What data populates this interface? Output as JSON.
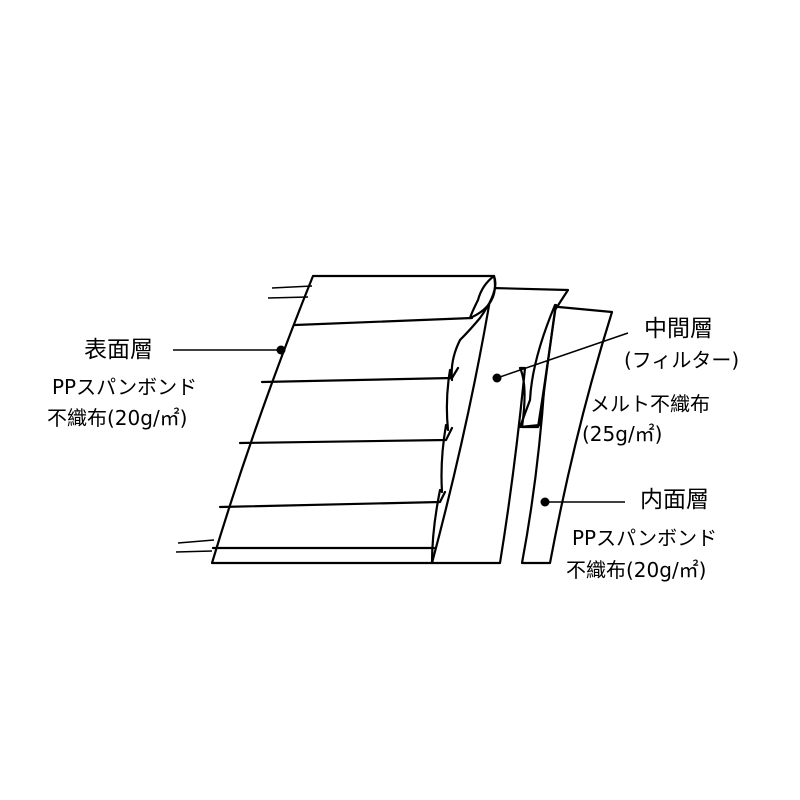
{
  "diagram": {
    "surface_layer": {
      "title": "表面層",
      "material": "PPスパンボンド",
      "spec": "不織布(20g/㎡)"
    },
    "middle_layer": {
      "title": "中間層",
      "subtitle": "(フィルター)",
      "material": "メルト不織布",
      "spec": "(25g/㎡)"
    },
    "inner_layer": {
      "title": "内面層",
      "material": "PPスパンボンド",
      "spec": "不織布(20g/㎡)"
    }
  }
}
